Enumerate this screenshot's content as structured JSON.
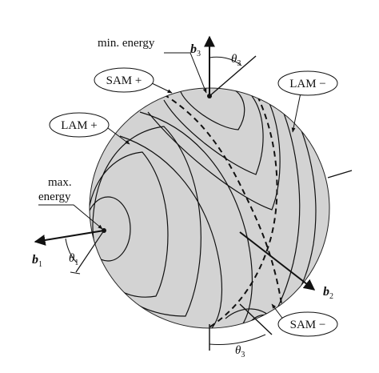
{
  "labels": {
    "min_energy": "min. energy",
    "max_energy_line1": "max.",
    "max_energy_line2": "energy",
    "sam_plus": "SAM +",
    "lam_plus": "LAM +",
    "lam_minus": "LAM −",
    "sam_minus": "SAM −",
    "theta3_top": "θ",
    "theta3_top_sub": "3",
    "theta1": "θ",
    "theta1_sub": "1",
    "theta3_bottom": "θ",
    "theta3_bottom_sub": "3",
    "b1": "b",
    "b1_sub": "1",
    "b2": "b",
    "b2_sub": "2",
    "b3": "b",
    "b3_sub": "3"
  },
  "colors": {
    "sphere_fill": "#d3d3d3",
    "line": "#111111",
    "background": "#ffffff"
  }
}
